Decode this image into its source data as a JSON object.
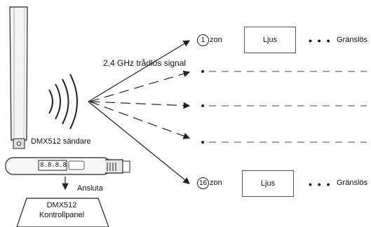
{
  "signal_label": "2,4 GHz trådlös signal",
  "sender_label": "DMX512 sändare",
  "connect_label": "Ansluta",
  "panel": {
    "line1": "DMX512",
    "line2": "Kontrollpanel"
  },
  "display_digits": "8.8.8.8",
  "zones": [
    {
      "number": "1",
      "zone_label": "zon",
      "light_label": "Ljus",
      "dots": "• • •",
      "limitless_label": "Gränslös"
    },
    {
      "number": "16",
      "zone_label": "zon",
      "light_label": "Ljus",
      "dots": "• • •",
      "limitless_label": "Gränslös"
    }
  ]
}
